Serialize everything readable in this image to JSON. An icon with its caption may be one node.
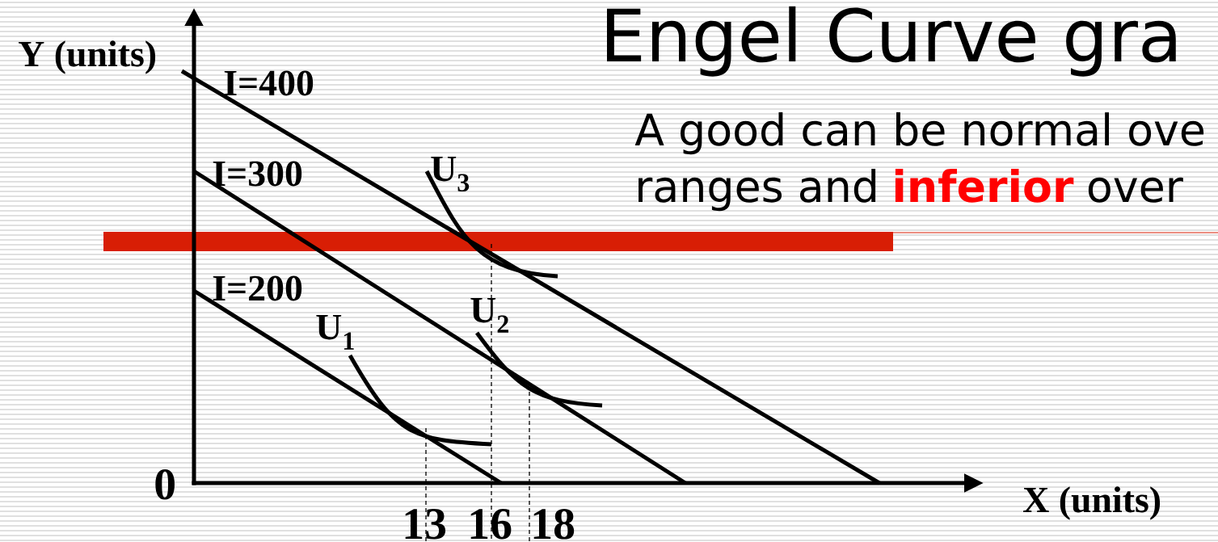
{
  "diagram": {
    "title": "Engel Curve gra",
    "labels": [
      "Y (units)",
      "I=400",
      "I=300",
      "I=200",
      "U$_{3}$",
      "U$_{2}$",
      "U$_{1}$",
      "0",
      "X (units)",
      "13",
      "16",
      "18",
      "A good can be normal ove",
      "ranges and",
      "inferior",
      "over"
    ]
  }
}
